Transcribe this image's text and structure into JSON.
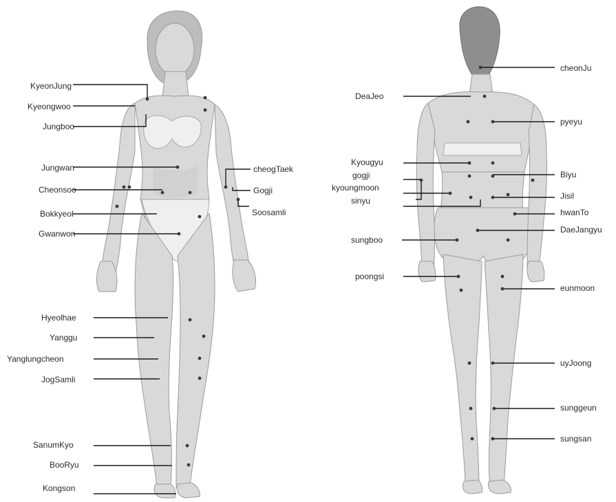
{
  "front_view": {
    "labels": [
      "KyeonJung",
      "Kyeongwoo",
      "Jungboo",
      "Jungwan",
      "Cheonsoo",
      "Bokkyeol",
      "Gwanwon",
      "cheogTaek",
      "Gogji",
      "Soosamli",
      "Hyeolhae",
      "Yanggu",
      "Yanglungcheon",
      "JogSamli",
      "SanumKyo",
      "BooRyu",
      "Kongson"
    ]
  },
  "back_view": {
    "labels": [
      "cheonJu",
      "DeaJeo",
      "pyeyu",
      "Kyougyu",
      "gogji",
      "kyoungmoon",
      "sinyu",
      "Biyu",
      "Jisil",
      "hwanTo",
      "DaeJangyu",
      "sungboo",
      "poongsi",
      "eunmoon",
      "uyJoong",
      "sunggeun",
      "sungsan"
    ]
  }
}
